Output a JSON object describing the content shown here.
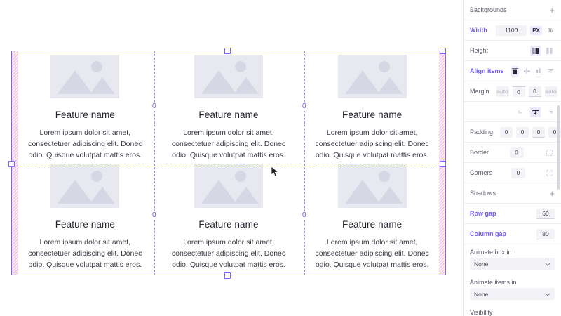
{
  "canvas": {
    "gap_badges": [
      "0",
      "0",
      "0",
      "0"
    ],
    "cards": [
      {
        "title": "Feature name",
        "body": "Lorem ipsum dolor sit amet, consectetuer adipiscing elit. Donec odio. Quisque volutpat mattis eros.",
        "thumb_icon": "image-placeholder-icon"
      },
      {
        "title": "Feature name",
        "body": "Lorem ipsum dolor sit amet, consectetuer adipiscing elit. Donec odio. Quisque volutpat mattis eros.",
        "thumb_icon": "image-placeholder-icon"
      },
      {
        "title": "Feature name",
        "body": "Lorem ipsum dolor sit amet, consectetuer adipiscing elit. Donec odio. Quisque volutpat mattis eros.",
        "thumb_icon": "image-placeholder-icon"
      },
      {
        "title": "Feature name",
        "body": "Lorem ipsum dolor sit amet, consectetuer adipiscing elit. Donec odio. Quisque volutpat mattis eros.",
        "thumb_icon": "image-placeholder-icon"
      },
      {
        "title": "Feature name",
        "body": "Lorem ipsum dolor sit amet, consectetuer adipiscing elit. Donec odio. Quisque volutpat mattis eros.",
        "thumb_icon": "image-placeholder-icon"
      },
      {
        "title": "Feature name",
        "body": "Lorem ipsum dolor sit amet, consectetuer adipiscing elit. Donec odio. Quisque volutpat mattis eros.",
        "thumb_icon": "image-placeholder-icon"
      }
    ],
    "selection_color": "#7b61ff",
    "guide_color": "#8a7bff",
    "padding_highlight_color": "#e9a0cd"
  },
  "panel": {
    "backgrounds": {
      "label": "Backgrounds",
      "add": "+"
    },
    "width": {
      "label": "Width",
      "value": "1100",
      "unit_px": "PX",
      "unit_pct": "%"
    },
    "height": {
      "label": "Height"
    },
    "align_items": {
      "label": "Align items"
    },
    "margin": {
      "label": "Margin",
      "values": [
        "auto",
        "0",
        "0",
        "auto"
      ]
    },
    "padding": {
      "label": "Padding",
      "values": [
        "0",
        "0",
        "0",
        "0"
      ]
    },
    "border": {
      "label": "Border",
      "value": "0"
    },
    "corners": {
      "label": "Corners",
      "value": "0"
    },
    "shadows": {
      "label": "Shadows",
      "add": "+"
    },
    "row_gap": {
      "label": "Row gap",
      "value": "60"
    },
    "column_gap": {
      "label": "Column gap",
      "value": "80"
    },
    "animate_box_in": {
      "label": "Animate box in",
      "value": "None"
    },
    "animate_items_in": {
      "label": "Animate items in",
      "value": "None"
    },
    "visibility": {
      "label": "Visibility"
    }
  }
}
